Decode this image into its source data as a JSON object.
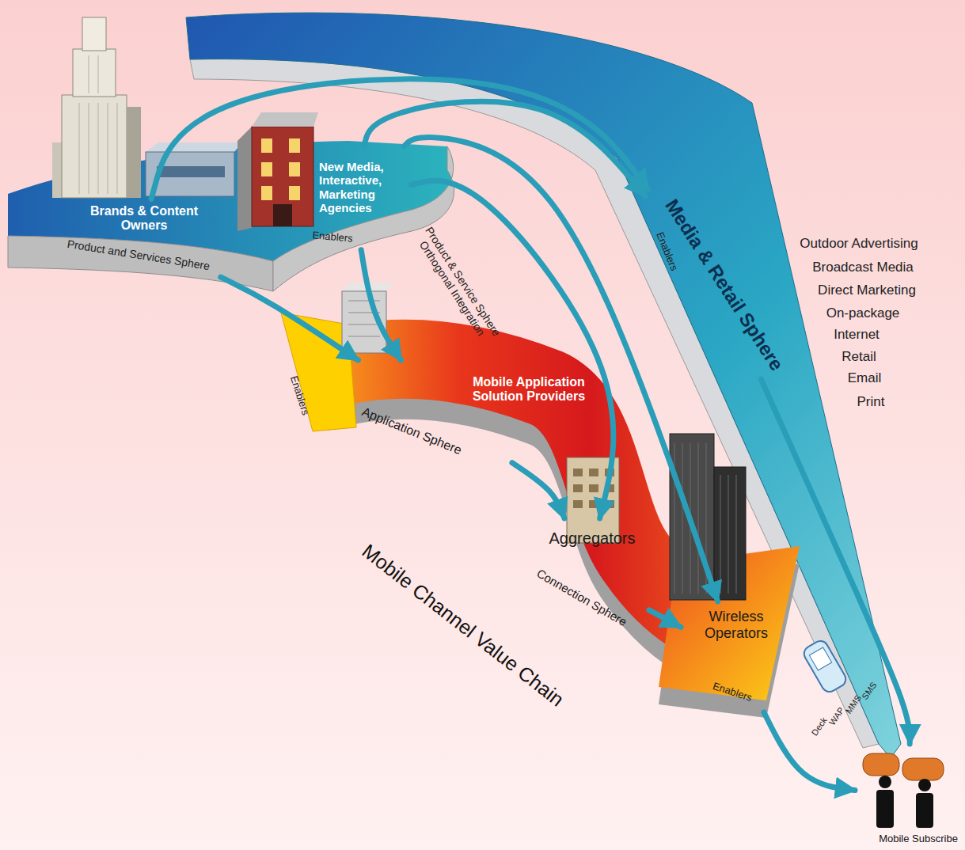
{
  "diagram": {
    "nodes": [
      {
        "text": [
          "Brands & Content Owners",
          "Product and Services Sphere"
        ]
      },
      {
        "text": [
          "New Media, Interactive, Marketing Agencies",
          "Enablers"
        ]
      },
      {
        "text": [
          "Media & Retail Sphere",
          "Enablers"
        ]
      },
      {
        "text": [
          "Mobile Application Solution Providers",
          "Application Sphere",
          "Enablers"
        ]
      },
      {
        "text": [
          "Aggregators",
          "Connection Sphere"
        ]
      },
      {
        "text": [
          "Wireless Operators",
          "Enablers"
        ]
      },
      {
        "text": [
          "Mobile Subscribe"
        ]
      }
    ],
    "edges": [
      {
        "from": 0,
        "to": 2,
        "arrow": "to"
      },
      {
        "from": 1,
        "to": 2,
        "arrow": "to"
      },
      {
        "from": 0,
        "to": 3,
        "arrow": "to"
      },
      {
        "from": 1,
        "to": 3,
        "arrow": "to"
      },
      {
        "from": 1,
        "to": 4,
        "label": "Product & Service Sphere Orthogonal Integration",
        "arrow": "to"
      },
      {
        "from": 1,
        "to": 5,
        "arrow": "to"
      },
      {
        "from": 2,
        "to": 6,
        "arrow": "to"
      },
      {
        "from": 3,
        "to": 4,
        "arrow": "to"
      },
      {
        "from": 4,
        "to": 5,
        "arrow": "to"
      },
      {
        "from": 5,
        "to": 6,
        "arrow": "to"
      }
    ],
    "labels": [
      "Outdoor Advertising",
      "Broadcast Media",
      "Direct Marketing",
      "On-package",
      "Internet",
      "Retail",
      "Email",
      "Print",
      "Mobile Channel Value Chain",
      "Deck",
      "WAP",
      "MMS",
      "SMS"
    ]
  }
}
